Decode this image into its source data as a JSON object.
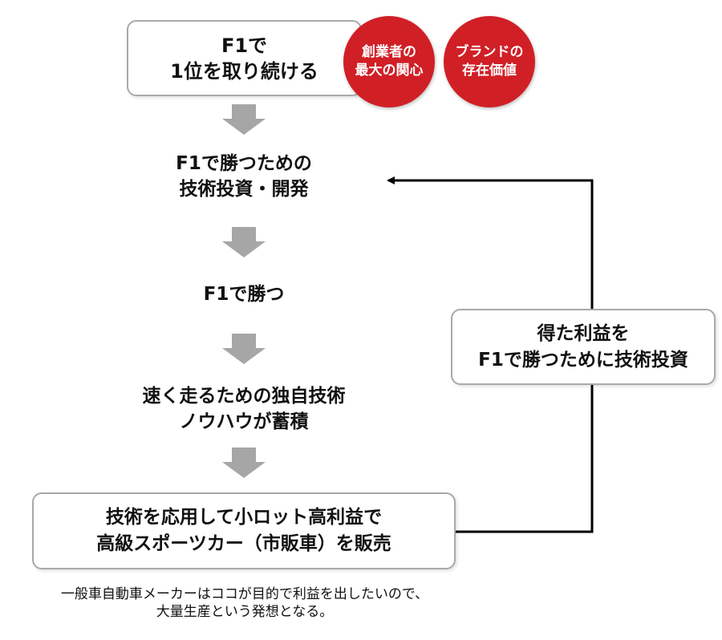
{
  "top_box": {
    "lines": [
      "F1で",
      "1位を取り続ける"
    ]
  },
  "circles": [
    {
      "lines": [
        "創業者の",
        "最大の関心"
      ]
    },
    {
      "lines": [
        "ブランドの",
        "存在価値"
      ]
    }
  ],
  "steps": [
    {
      "lines": [
        "F1で勝つための",
        "技術投資・開発"
      ]
    },
    {
      "lines": [
        "F1で勝つ"
      ]
    },
    {
      "lines": [
        "速く走るための独自技術",
        "ノウハウが蓄積"
      ]
    }
  ],
  "bottom_box": {
    "lines": [
      "技術を応用して小ロット高利益で",
      "高級スポーツカー（市販車）を販売"
    ]
  },
  "feedback_box": {
    "lines": [
      "得た利益を",
      "F1で勝つために技術投資"
    ]
  },
  "note": {
    "lines": [
      "一般車自動車メーカーはココが目的で利益を出したいので、",
      "大量生産という発想となる。"
    ]
  },
  "colors": {
    "circle": "#d11f26",
    "arrow_gray": "#a6a6a6",
    "border": "#a9a9a9",
    "feedback_line": "#000000"
  }
}
